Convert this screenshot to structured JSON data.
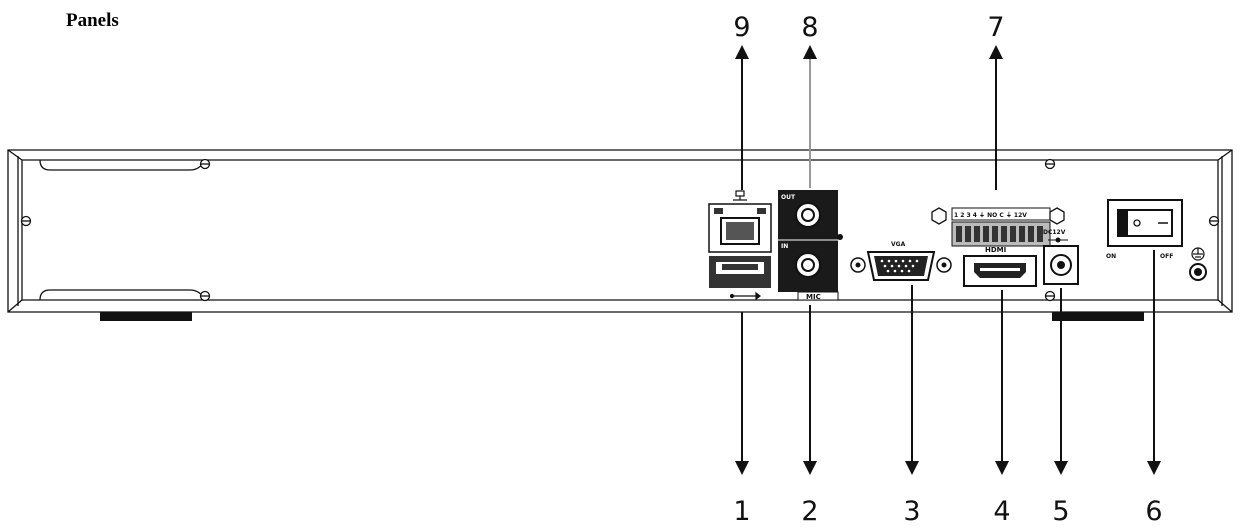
{
  "title": "Panels",
  "callouts": {
    "c1": "1",
    "c2": "2",
    "c3": "3",
    "c4": "4",
    "c5": "5",
    "c6": "6",
    "c7": "7",
    "c8": "8",
    "c9": "9"
  },
  "panel_labels": {
    "audio_out": "OUT",
    "audio_in": "IN",
    "mic": "MIC",
    "vga": "VGA",
    "hdmi": "HDMI",
    "dc": "DC12V",
    "on": "ON",
    "off": "OFF",
    "terminal": "1 2 3 4 ⏚ NO C ⏚ 12V"
  },
  "icons": [
    "usb-icon",
    "network-icon",
    "ground-icon",
    "dc-polarity-icon"
  ]
}
